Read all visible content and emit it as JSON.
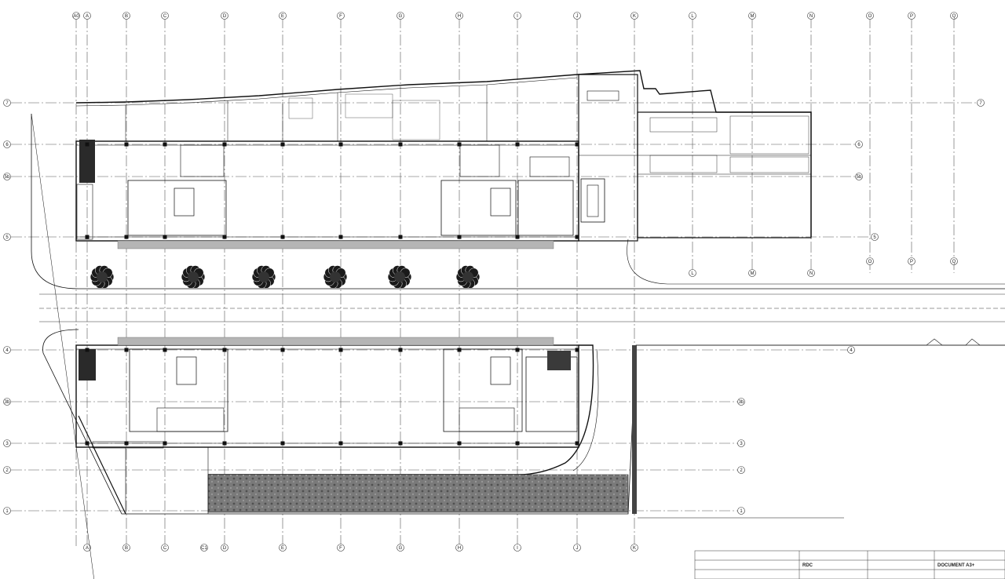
{
  "grid": {
    "columns_top": [
      "A0",
      "A",
      "B",
      "C",
      "D",
      "E",
      "F",
      "G",
      "H",
      "I",
      "J",
      "K",
      "L",
      "M",
      "N",
      "O",
      "P",
      "Q"
    ],
    "columns_bottom": [
      "A",
      "B",
      "C",
      "C1",
      "D",
      "E",
      "F",
      "G",
      "H",
      "I",
      "J",
      "K"
    ],
    "columns_mid": [
      "L",
      "M",
      "N"
    ],
    "columns_right": [
      "O",
      "P",
      "Q"
    ],
    "rows_left": [
      "7",
      "6",
      "5b",
      "5",
      "4",
      "3b",
      "3",
      "2",
      "1"
    ]
  },
  "title_block": {
    "level": "RDC",
    "document": "DOCUMENT A3+"
  },
  "colors": {
    "ink": "#111111",
    "gray_hatch": "#9a9a9a",
    "planter": "#6e6e6e"
  }
}
